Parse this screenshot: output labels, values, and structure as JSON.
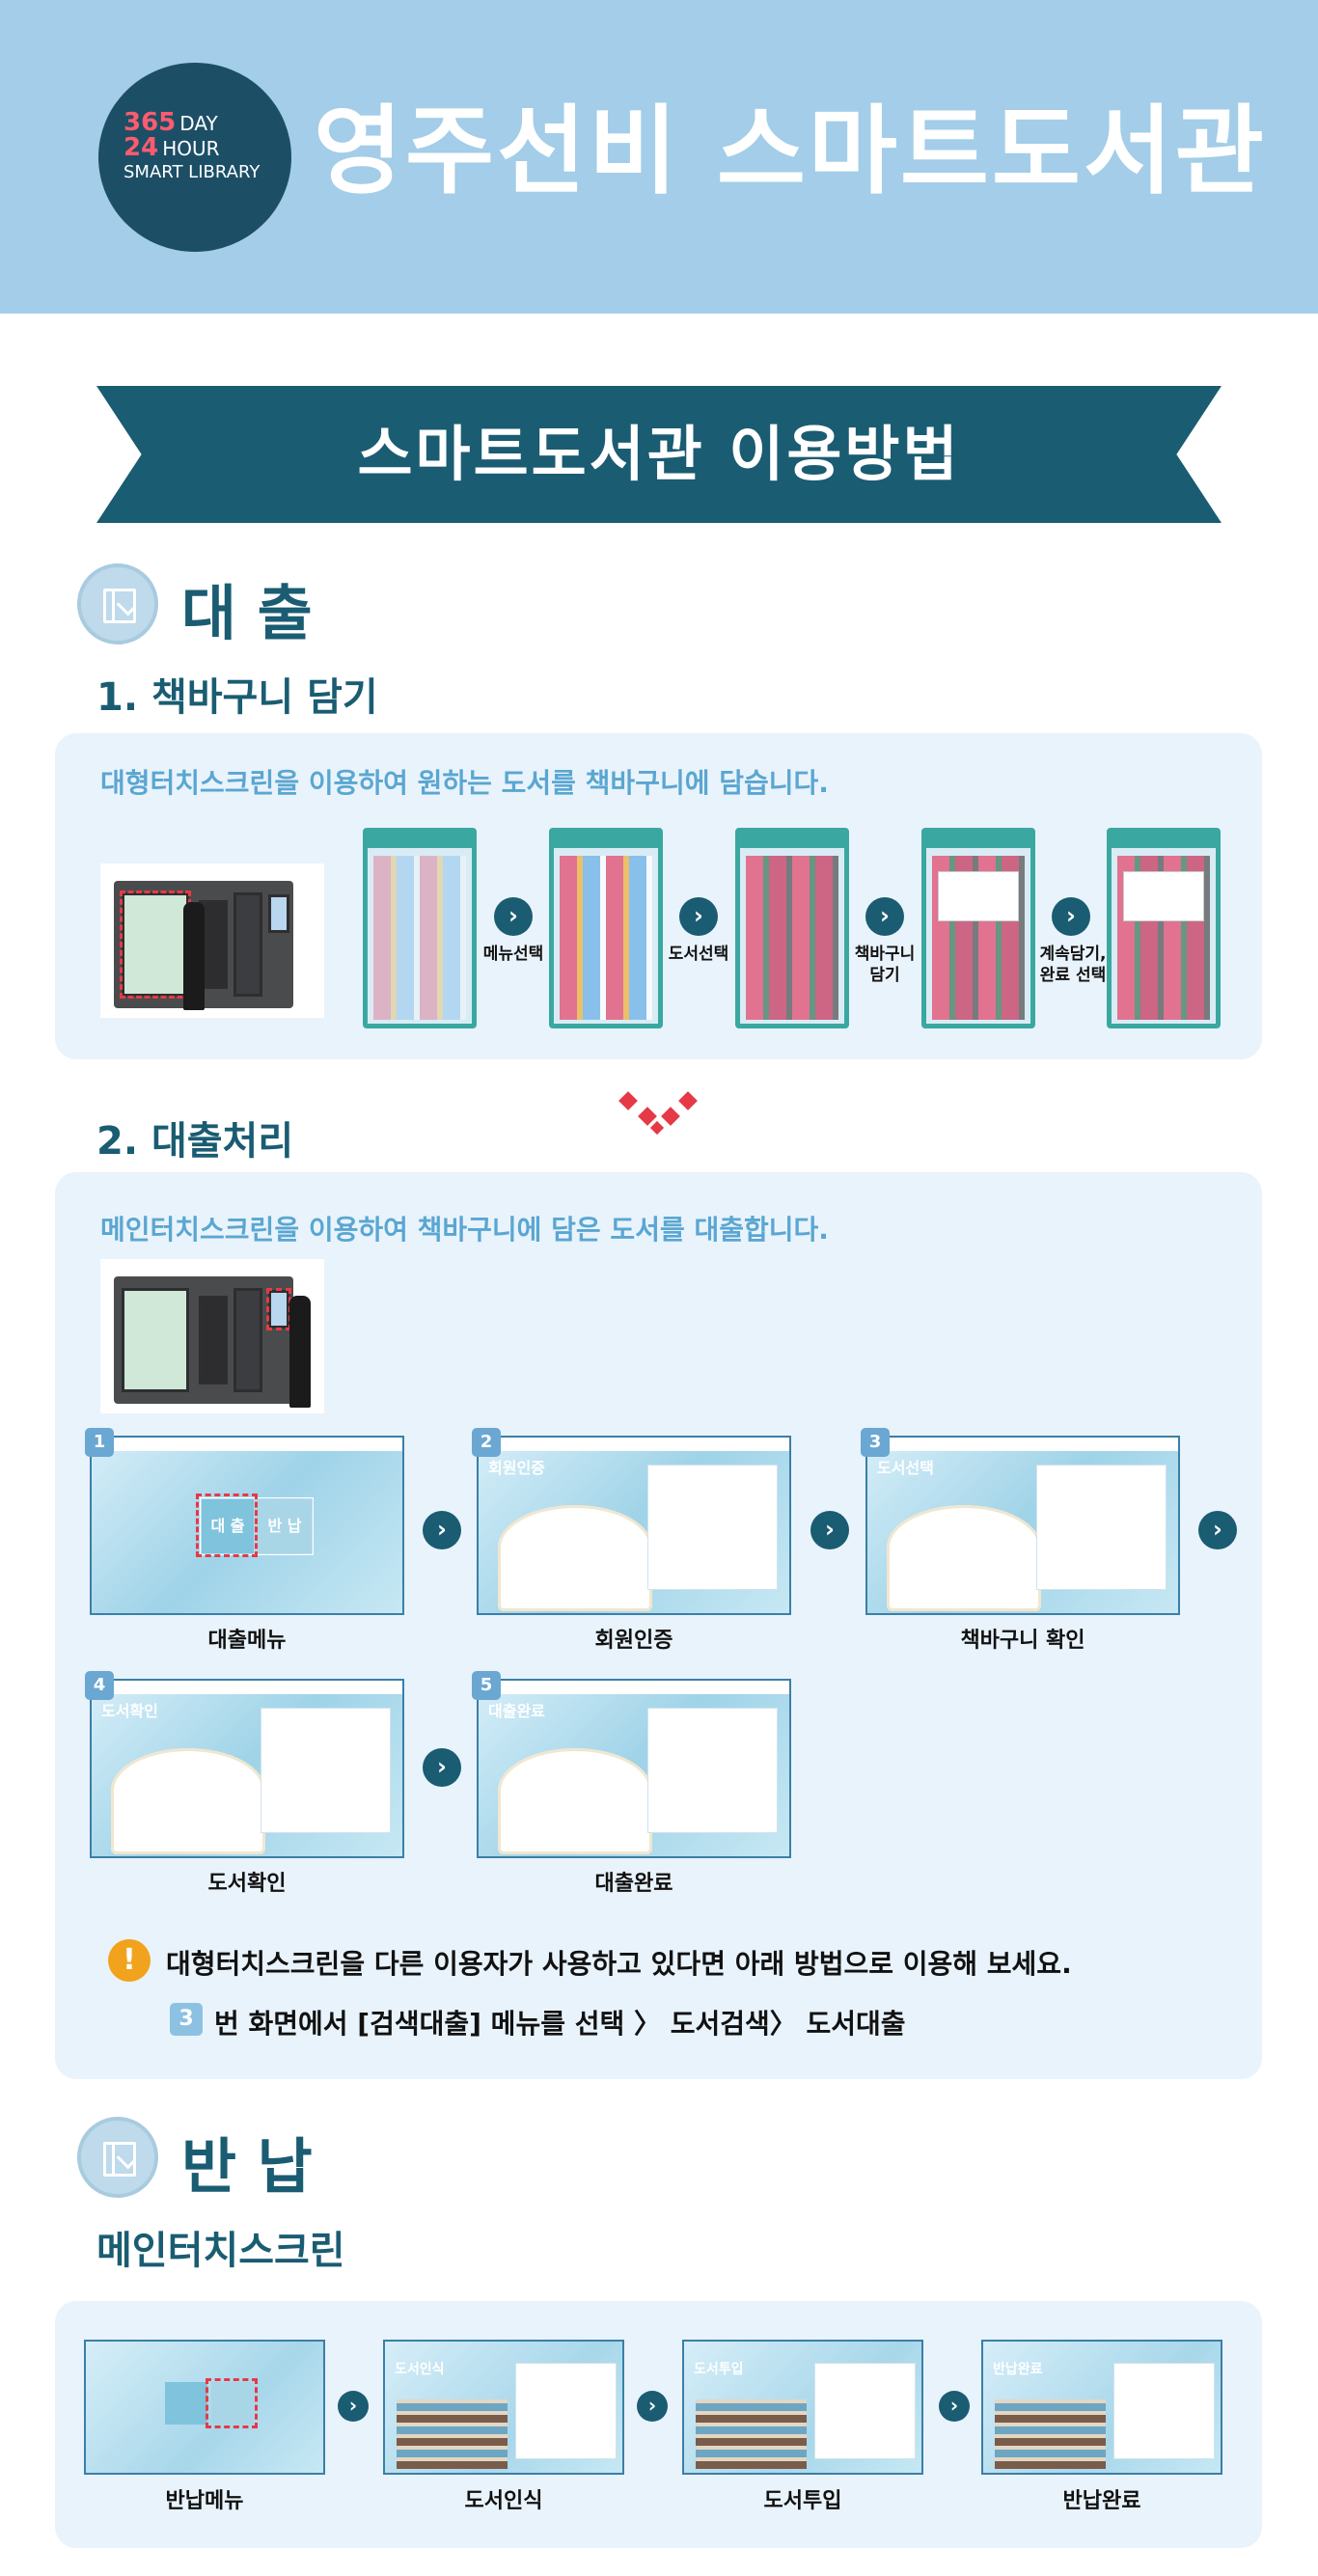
{
  "header": {
    "logo": {
      "days": "365",
      "days_unit": "DAY",
      "hours": "24",
      "hours_unit": "HOUR",
      "line3": "SMART LIBRARY"
    },
    "title": "영주선비 스마트도서관"
  },
  "banner": {
    "title": "스마트도서관 이용방법"
  },
  "loan": {
    "title": "대 출",
    "step1": {
      "title": "1. 책바구니 담기",
      "desc": "대형터치스크린을 이용하여 원하는 도서를 책바구니에 담습니다.",
      "labels": [
        "메뉴선택",
        "도서선택",
        "책바구니",
        "담기",
        "계속담기,",
        "완료 선택"
      ]
    },
    "step2": {
      "title": "2. 대출처리",
      "desc": "메인터치스크린을 이용하여 책바구니에 담은 도서를 대출합니다.",
      "screens": [
        {
          "num": "1",
          "label": "대출메뉴",
          "title": ""
        },
        {
          "num": "2",
          "label": "회원인증",
          "title": "회원인증"
        },
        {
          "num": "3",
          "label": "책바구니 확인",
          "title": "도서선택"
        },
        {
          "num": "4",
          "label": "도서확인",
          "title": "도서확인"
        },
        {
          "num": "5",
          "label": "대출완료",
          "title": "대출완료"
        }
      ],
      "menu_buttons": [
        "대 출",
        "반 납"
      ]
    },
    "notice": {
      "icon": "!",
      "text": "대형터치스크린을 다른 이용자가 사용하고 있다면 아래 방법으로 이용해 보세요.",
      "step_num": "3",
      "step_text": "번 화면에서 [검색대출] 메뉴를 선택 〉 도서검색〉 도서대출"
    }
  },
  "return": {
    "title": "반 납",
    "subtitle": "메인터치스크린",
    "screens": [
      {
        "label": "반납메뉴",
        "title": ""
      },
      {
        "label": "도서인식",
        "title": "도서인식"
      },
      {
        "label": "도서투입",
        "title": "도서투입"
      },
      {
        "label": "반납완료",
        "title": "반납완료"
      }
    ]
  },
  "colors": {
    "accent": "#1a5c72",
    "header_bg": "#a3cde8",
    "panel_bg": "#e9f3fb",
    "desc": "#5aa6d2",
    "highlight": "#e63946"
  }
}
